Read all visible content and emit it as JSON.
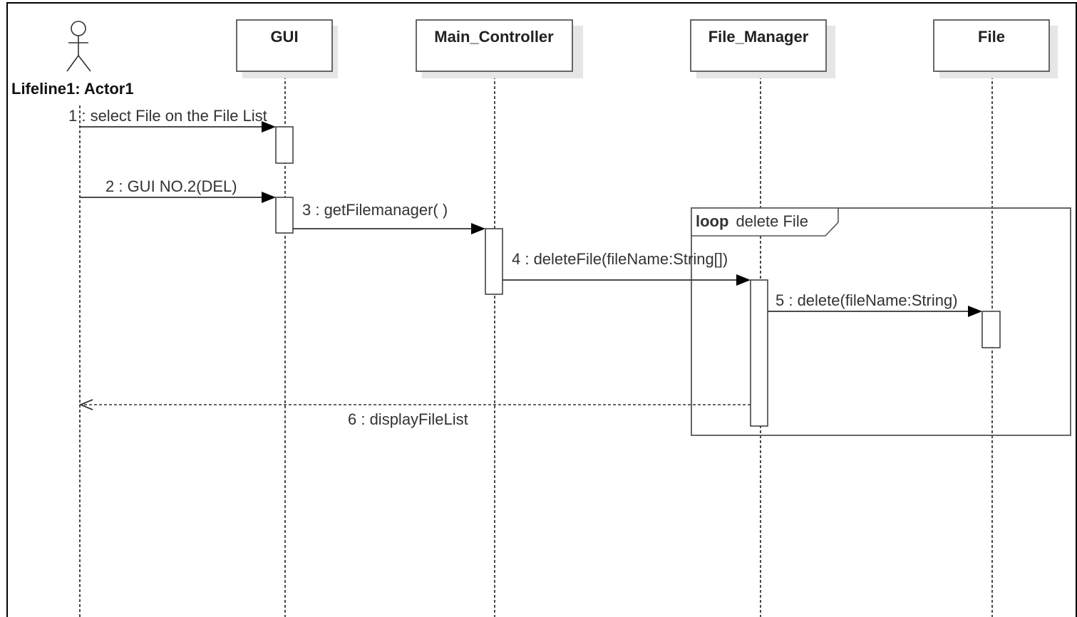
{
  "diagram": {
    "actor": {
      "name": "Lifeline1: Actor1"
    },
    "participants": [
      {
        "id": "gui",
        "name": "GUI"
      },
      {
        "id": "main_controller",
        "name": "Main_Controller"
      },
      {
        "id": "file_manager",
        "name": "File_Manager"
      },
      {
        "id": "file",
        "name": "File"
      }
    ],
    "messages": [
      {
        "id": "m1",
        "label": "1 : select File on the File List",
        "from": "actor",
        "to": "gui",
        "kind": "sync"
      },
      {
        "id": "m2",
        "label": "2 : GUI NO.2(DEL)",
        "from": "actor",
        "to": "gui",
        "kind": "sync"
      },
      {
        "id": "m3",
        "label": "3 : getFilemanager( )",
        "from": "gui",
        "to": "main_controller",
        "kind": "sync"
      },
      {
        "id": "m4",
        "label": "4 : deleteFile(fileName:String[])",
        "from": "main_controller",
        "to": "file_manager",
        "kind": "sync"
      },
      {
        "id": "m5",
        "label": "5 : delete(fileName:String)",
        "from": "file_manager",
        "to": "file",
        "kind": "sync"
      },
      {
        "id": "m6",
        "label": "6 : displayFileList",
        "from": "file_manager",
        "to": "actor",
        "kind": "return"
      }
    ],
    "fragment": {
      "operator": "loop",
      "guard": "delete File"
    }
  }
}
